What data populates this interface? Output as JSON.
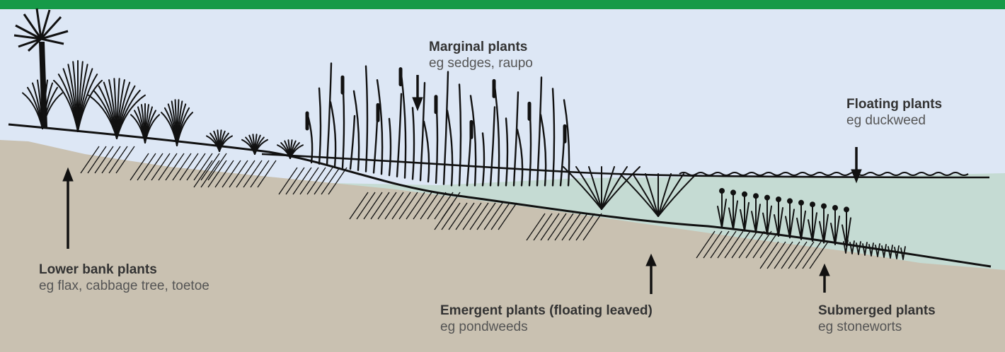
{
  "header": {
    "bar_color": "#169a48"
  },
  "colors": {
    "sky": "#dde7f5",
    "water": "#c5dbd3",
    "soil": "#c9c1b1",
    "ink": "#111111"
  },
  "zones": {
    "lower_bank": {
      "name": "Lower bank plants",
      "examples": "eg flax, cabbage tree, toetoe"
    },
    "marginal": {
      "name": "Marginal plants",
      "examples": "eg sedges, raupo"
    },
    "emergent": {
      "name": "Emergent plants (floating leaved)",
      "examples": "eg pondweeds"
    },
    "floating": {
      "name": "Floating plants",
      "examples": "eg duckweed"
    },
    "submerged": {
      "name": "Submerged plants",
      "examples": "eg stoneworts"
    }
  }
}
